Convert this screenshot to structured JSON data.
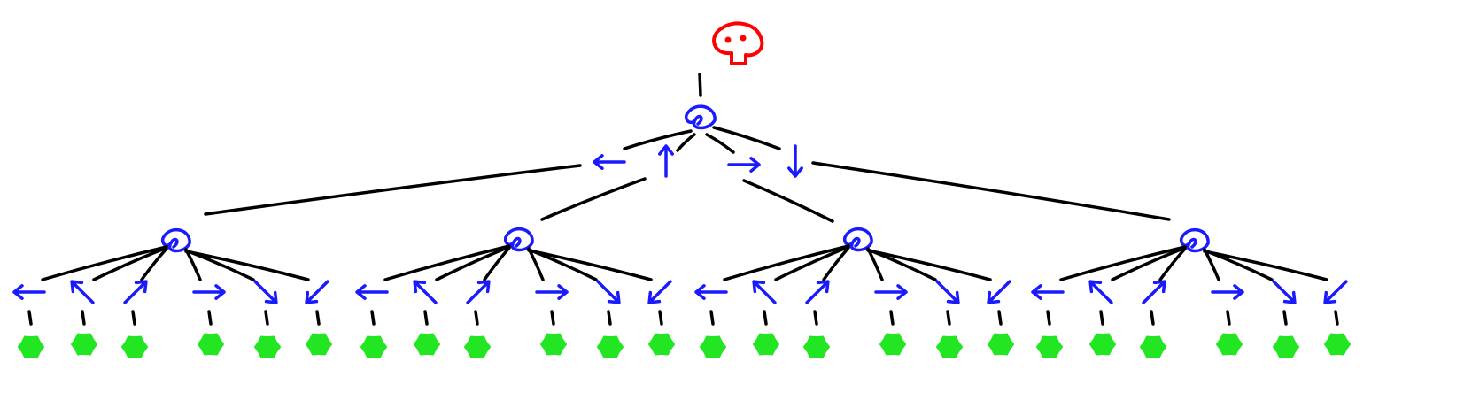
{
  "colors": {
    "edge": "#000000",
    "chance_node": "#1a1aff",
    "action_arrow": "#1a1aff",
    "root": "#ff0000",
    "leaf": "#22e622"
  },
  "icons": {
    "root": "skull-icon",
    "chance": "spiral-node-icon",
    "leaf": "green-blob-icon",
    "arrow": "direction-arrow-icon"
  },
  "tree": {
    "root": {
      "icon": "skull-icon"
    },
    "level1": {
      "node": "chance-node",
      "actions": [
        "left",
        "up",
        "right",
        "down"
      ]
    },
    "level2": {
      "groups": [
        {
          "actions": [
            "left",
            "up-left",
            "up-right",
            "right",
            "down-right",
            "down-left"
          ],
          "leaves": 6
        },
        {
          "actions": [
            "left",
            "up-left",
            "up-right",
            "right",
            "down-right",
            "down-left"
          ],
          "leaves": 6
        },
        {
          "actions": [
            "left",
            "up-left",
            "up-right",
            "right",
            "down-right",
            "down-left"
          ],
          "leaves": 6
        },
        {
          "actions": [
            "left",
            "up-left",
            "up-right",
            "right",
            "down-right",
            "down-left"
          ],
          "leaves": 6
        }
      ]
    }
  }
}
